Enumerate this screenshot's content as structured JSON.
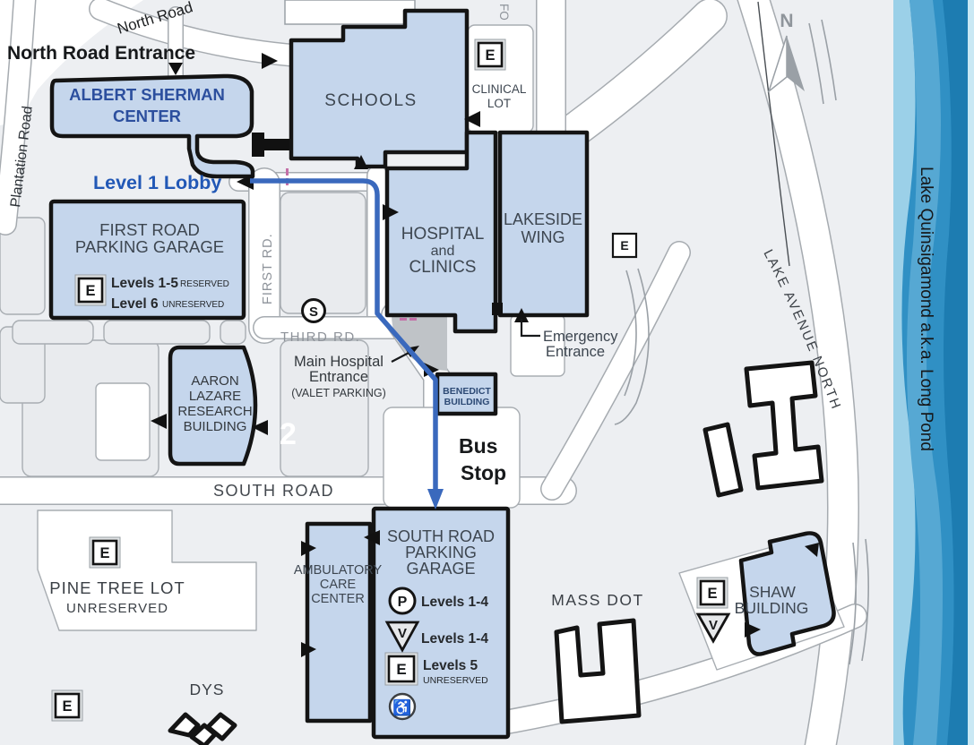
{
  "colors": {
    "route_blue": "#3a69bd",
    "building_fill": "#c5d6ec",
    "lake_blue": "#3090c4",
    "navy_text": "#2c4f9e",
    "royal_text": "#2258b6"
  },
  "annotations": {
    "north_road_entrance": "North Road Entrance",
    "level1_lobby": "Level 1 Lobby",
    "bus_stop": [
      "Bus",
      "Stop"
    ]
  },
  "roads": {
    "north_road": "North Road",
    "plantation_road": "Plantation Road",
    "first_rd": "FIRST RD.",
    "third_rd": "THIRD RD.",
    "south_road": "SOUTH ROAD",
    "lake_avenue_north": "LAKE AVENUE NORTH",
    "fo_partial": "FO"
  },
  "buildings": {
    "albert_sherman": [
      "ALBERT SHERMAN",
      "CENTER"
    ],
    "schools": "SCHOOLS",
    "hospital": [
      "HOSPITAL",
      "and",
      "CLINICS"
    ],
    "lakeside": [
      "LAKESIDE",
      "WING"
    ],
    "benedict": [
      "BENEDICT",
      "BUILDING"
    ],
    "aaron_lazare": [
      "AARON",
      "LAZARE",
      "RESEARCH",
      "BUILDING"
    ],
    "ambulatory": [
      "AMBULATORY",
      "CARE",
      "CENTER"
    ],
    "shaw": [
      "SHAW",
      "BUILDING"
    ],
    "mass_dot": "MASS DOT",
    "dys": "DYS"
  },
  "parking": {
    "first_garage": {
      "name": [
        "FIRST ROAD",
        "PARKING GARAGE"
      ],
      "line1": "Levels 1-5",
      "line1_tag": "RESERVED",
      "line2": "Level 6",
      "line2_tag": "UNRESERVED"
    },
    "south_garage": {
      "name": [
        "SOUTH ROAD",
        "PARKING",
        "GARAGE"
      ],
      "p_levels": "Levels 1-4",
      "v_levels": "Levels 1-4",
      "e_levels": "Levels 5",
      "e_tag": "UNRESERVED"
    },
    "clinical_lot": [
      "CLINICAL",
      "LOT"
    ],
    "pine_tree_lot": [
      "PINE TREE LOT",
      "UNRESERVED"
    ],
    "lot_number": "2"
  },
  "poi": {
    "main_entrance": [
      "Main Hospital",
      "Entrance",
      "(VALET PARKING)"
    ],
    "emergency": [
      "Emergency",
      "Entrance"
    ]
  },
  "icons": {
    "e": "E",
    "p": "P",
    "v": "V",
    "s": "S",
    "wheelchair": "♿",
    "compass_n": "N"
  },
  "lake": {
    "name": "Lake Quinsigamond a.k.a. Long Pond"
  }
}
